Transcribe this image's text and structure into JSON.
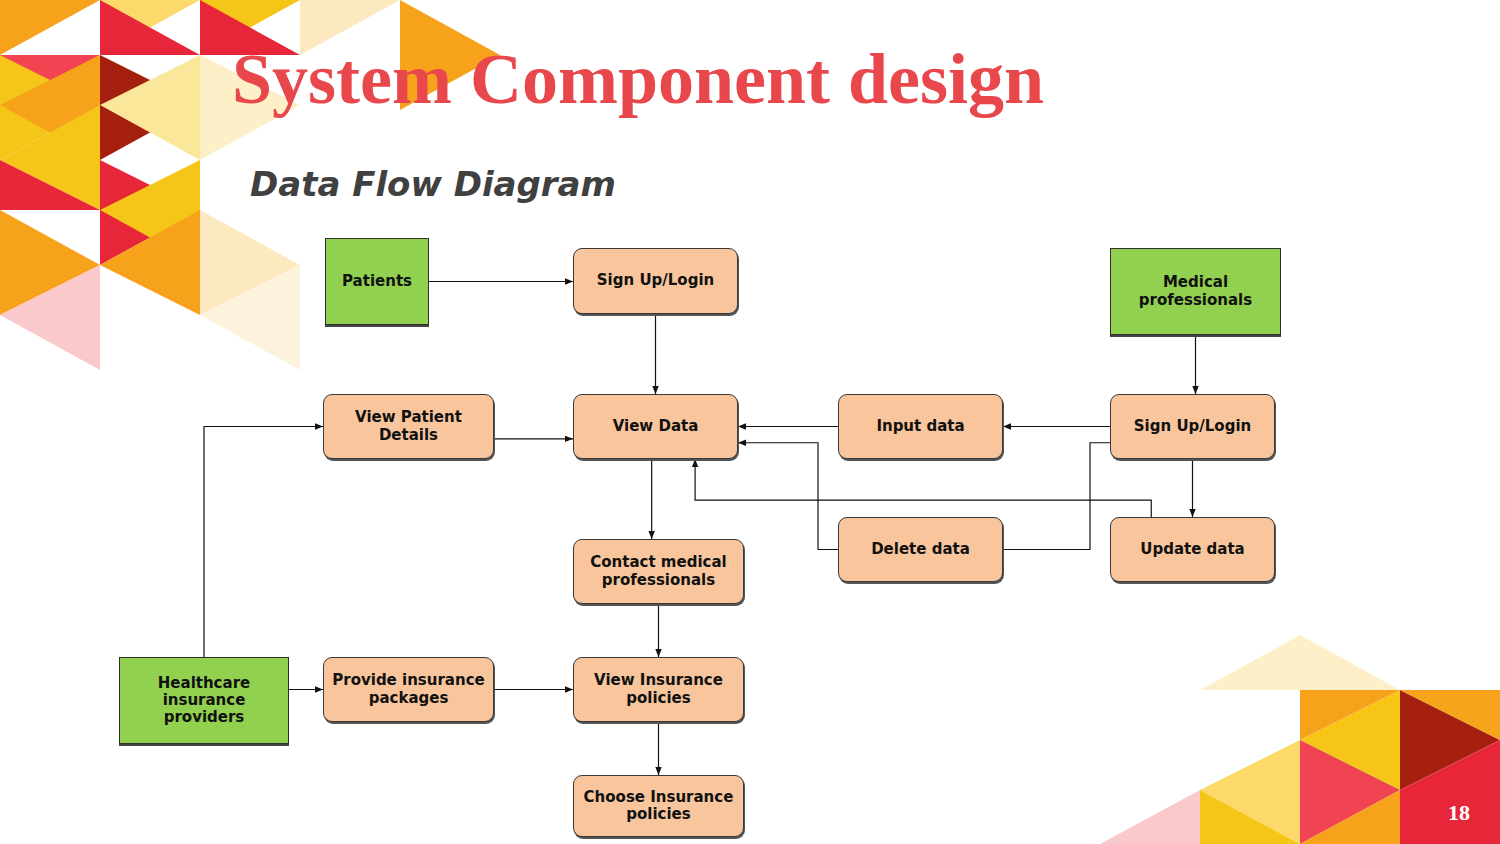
{
  "diagram": {
    "title": "System Component design",
    "nodes": [
      {
        "text": [
          "Patients"
        ]
      },
      {
        "text": [
          "Sign Up/Login"
        ]
      },
      {
        "text": [
          "Medical professionals"
        ]
      },
      {
        "text": [
          "View Patient Details"
        ]
      },
      {
        "text": [
          "View Data"
        ]
      },
      {
        "text": [
          "Input data"
        ]
      },
      {
        "text": [
          "Sign Up/Login"
        ]
      },
      {
        "text": [
          "Contact medical professionals"
        ]
      },
      {
        "text": [
          "Delete data"
        ]
      },
      {
        "text": [
          "Update data"
        ]
      },
      {
        "text": [
          "Healthcare insurance providers"
        ]
      },
      {
        "text": [
          "Provide insurance packages"
        ]
      },
      {
        "text": [
          "View Insurance policies"
        ]
      },
      {
        "text": [
          "Choose Insurance policies"
        ]
      }
    ],
    "edges": [
      {
        "from": 0,
        "to": 1,
        "arrow": "to"
      },
      {
        "from": 1,
        "to": 4,
        "arrow": "to"
      },
      {
        "from": 2,
        "to": 6,
        "arrow": "to"
      },
      {
        "from": 6,
        "to": 5,
        "arrow": "to"
      },
      {
        "from": 5,
        "to": 4,
        "arrow": "to"
      },
      {
        "from": 6,
        "to": 8,
        "arrow": "none"
      },
      {
        "from": 8,
        "to": 4,
        "arrow": "to"
      },
      {
        "from": 6,
        "to": 9,
        "arrow": "to"
      },
      {
        "from": 9,
        "to": 4,
        "arrow": "to"
      },
      {
        "from": 4,
        "to": 7,
        "arrow": "to"
      },
      {
        "from": 3,
        "to": 4,
        "arrow": "to"
      },
      {
        "from": 10,
        "to": 3,
        "arrow": "to"
      },
      {
        "from": 10,
        "to": 11,
        "arrow": "to"
      },
      {
        "from": 11,
        "to": 12,
        "arrow": "to"
      },
      {
        "from": 7,
        "to": 12,
        "arrow": "to"
      },
      {
        "from": 12,
        "to": 13,
        "arrow": "to"
      }
    ],
    "labels": [
      "Data Flow Diagram",
      "18"
    ]
  }
}
